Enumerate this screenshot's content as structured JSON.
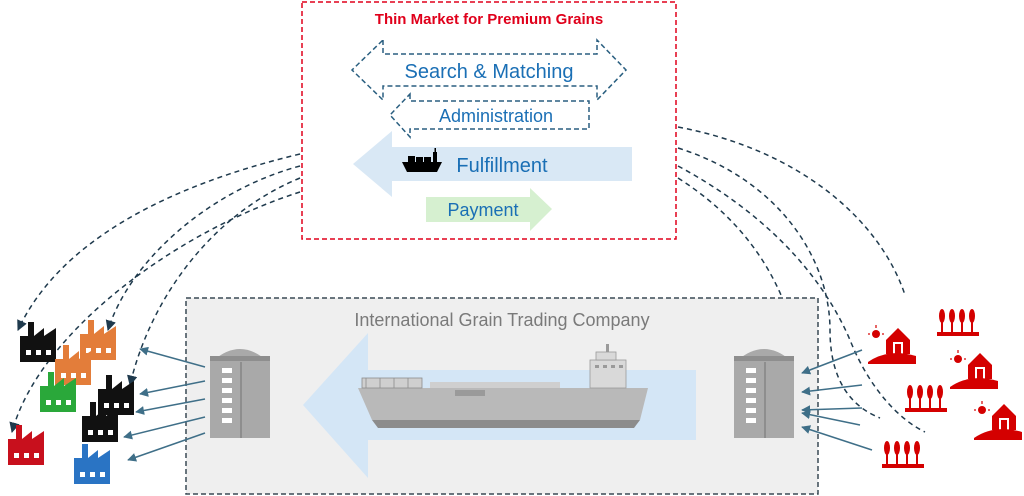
{
  "market": {
    "title": "Thin Market for Premium Grains",
    "search_label": "Search & Matching",
    "admin_label": "Administration",
    "fulfillment_label": "Fulfillment",
    "payment_label": "Payment"
  },
  "company": {
    "label": "International Grain Trading Company"
  },
  "colors": {
    "market_border": "#e0001b",
    "market_title": "#e0001b",
    "process_text": "#1a6fb5",
    "process_dash": "#2a5f80",
    "fulfillment_arrow": "#d9e8f5",
    "payment_arrow": "#d6f0d0",
    "company_bg": "#efefef",
    "company_border": "#3a4a55",
    "company_text": "#7a7a7a",
    "connector": "#1f3a4d",
    "silo": "#a9a9a9",
    "farm_red": "#d40000",
    "factory_black": "#111111",
    "factory_orange": "#e37d3a",
    "factory_green": "#2aa83a",
    "factory_blue": "#2a74c4",
    "factory_red": "#c8101d"
  },
  "icons": {
    "ship": "container-ship-icon",
    "factory": "factory-icon",
    "farm": "farm-barn-icon",
    "wheat": "wheat-field-icon",
    "silo": "grain-silo-icon",
    "bulk_carrier": "bulk-carrier-ship-icon"
  }
}
